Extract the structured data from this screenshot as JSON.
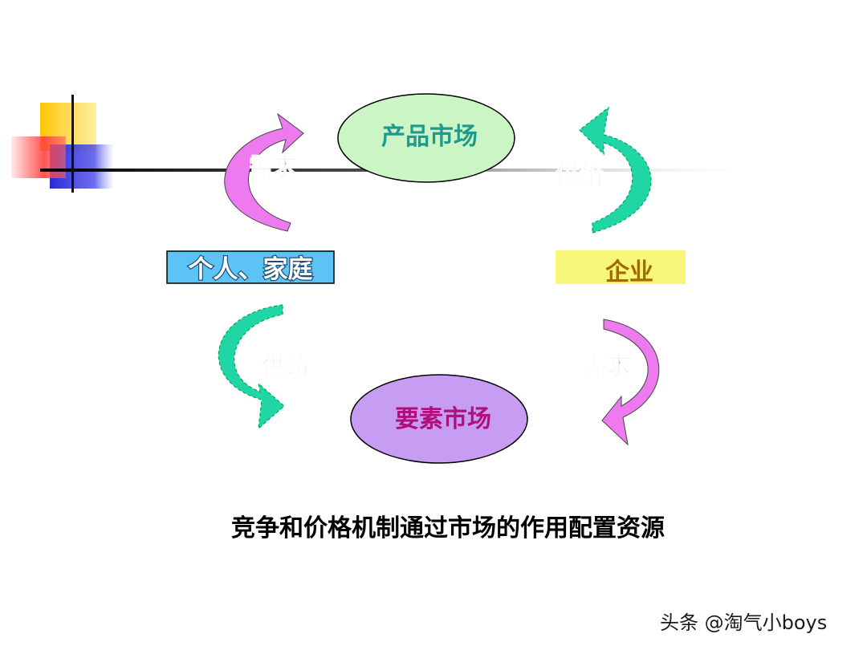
{
  "nodes": {
    "product_market": "产品市场",
    "factor_market": "要素市场",
    "households": "个人、家庭",
    "firms": "企业"
  },
  "flows": {
    "household_demand": "需求",
    "firm_supply": "供给",
    "household_supply": "供给",
    "firm_demand": "需求"
  },
  "caption": "竞争和价格机制通过市场的作用配置资源",
  "watermark": "头条 @淘气小boys",
  "colors": {
    "product_market_fill": "#ccf5c6",
    "factor_market_fill": "#c79cf3",
    "households_fill": "#5cc3f5",
    "firms_fill": "#f8f77a",
    "demand_arrow": "#ee7af0",
    "supply_arrow": "#1fd6a4",
    "flow_label": "#e3a4e6",
    "product_label": "#1e9a8c",
    "factor_label": "#b0107a",
    "firms_label": "#a06b00"
  }
}
